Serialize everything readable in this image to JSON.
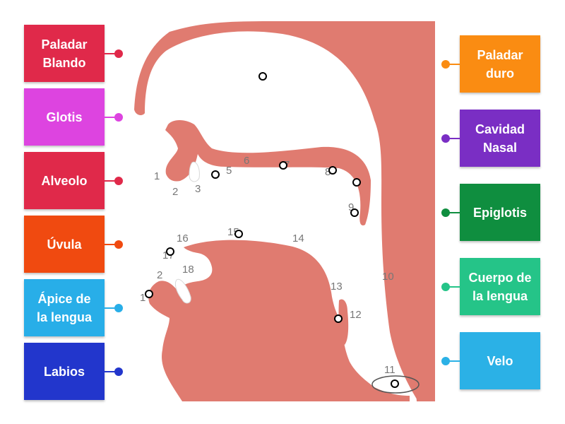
{
  "labels": [
    {
      "id": "paladar-blando",
      "text": "Paladar\nBlando",
      "color": "#e0294a"
    },
    {
      "id": "glotis",
      "text": "Glotis",
      "color": "#dd44e0"
    },
    {
      "id": "alveolo",
      "text": "Alveolo",
      "color": "#e0294a"
    },
    {
      "id": "uvula",
      "text": "Úvula",
      "color": "#f04a10"
    },
    {
      "id": "apice-de-la-lengua",
      "text": "Ápice de\nla lengua",
      "color": "#28aee8"
    },
    {
      "id": "labios",
      "text": "Labios",
      "color": "#2236cc"
    },
    {
      "id": "paladar-duro",
      "text": "Paladar\nduro",
      "color": "#fa8c12"
    },
    {
      "id": "cavidad-nasal",
      "text": "Cavidad\nNasal",
      "color": "#7a2ec4"
    },
    {
      "id": "epiglotis",
      "text": "Epiglotis",
      "color": "#0f8e3f"
    },
    {
      "id": "cuerpo-de-la-lengua",
      "text": "Cuerpo de\nla lengua",
      "color": "#25c488"
    },
    {
      "id": "velo",
      "text": "Velo",
      "color": "#2bb1e6"
    }
  ],
  "diagram_numbers": [
    "1",
    "2",
    "3",
    "5",
    "6",
    "7",
    "8",
    "9",
    "10",
    "11",
    "12",
    "13",
    "14",
    "15",
    "16",
    "17",
    "18",
    "1",
    "2"
  ],
  "colors": {
    "flesh": "#e07b70",
    "target_fill": "#ffffff",
    "target_stroke": "#000000",
    "number_text": "#777777"
  }
}
